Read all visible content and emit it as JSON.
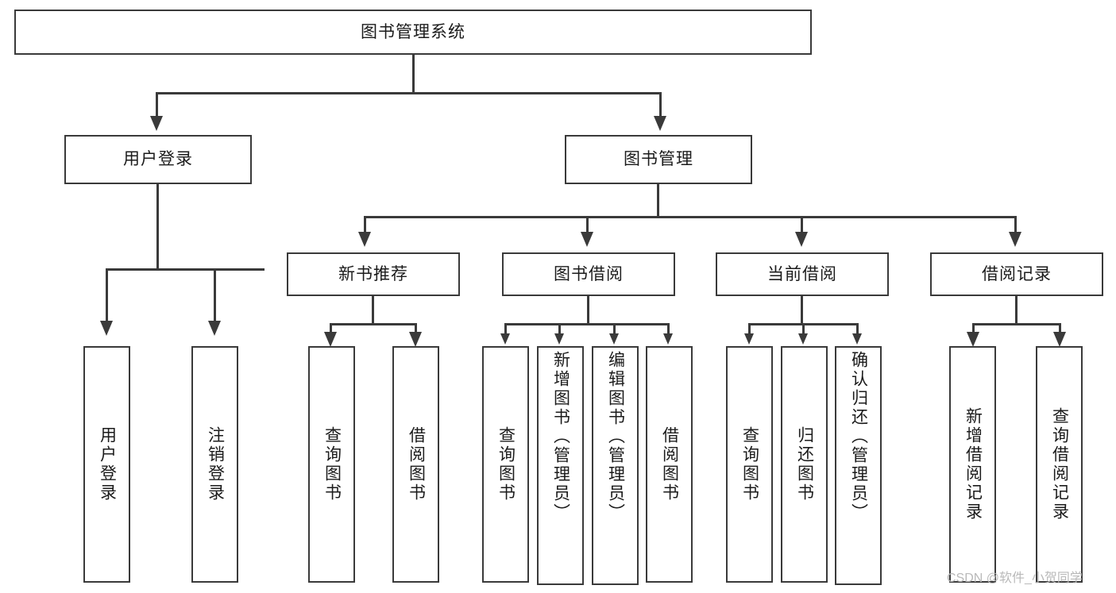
{
  "diagram": {
    "title": "图书管理系统",
    "root": {
      "label": "图书管理系统"
    },
    "level2": [
      {
        "label": "用户登录"
      },
      {
        "label": "图书管理"
      }
    ],
    "level3": [
      {
        "label": "新书推荐"
      },
      {
        "label": "图书借阅"
      },
      {
        "label": "当前借阅"
      },
      {
        "label": "借阅记录"
      }
    ],
    "leaves": {
      "user_login": [
        {
          "label": "用户登录"
        },
        {
          "label": "注销登录"
        }
      ],
      "new_book_recommend": [
        {
          "label": "查询图书"
        },
        {
          "label": "借阅图书"
        }
      ],
      "book_borrow": [
        {
          "label": "查询图书"
        },
        {
          "label": "新增图书（管理员）"
        },
        {
          "label": "编辑图书（管理员）"
        },
        {
          "label": "借阅图书"
        }
      ],
      "current_borrow": [
        {
          "label": "查询图书"
        },
        {
          "label": "归还图书"
        },
        {
          "label": "确认归还（管理员）"
        }
      ],
      "borrow_record": [
        {
          "label": "新增借阅记录"
        },
        {
          "label": "查询借阅记录"
        }
      ]
    },
    "watermark": "CSDN @软件_小贺同学",
    "colors": {
      "stroke": "#3a3a3a",
      "background": "#ffffff",
      "text": "#1b1b1b",
      "watermark": "#b9b9b9"
    }
  }
}
